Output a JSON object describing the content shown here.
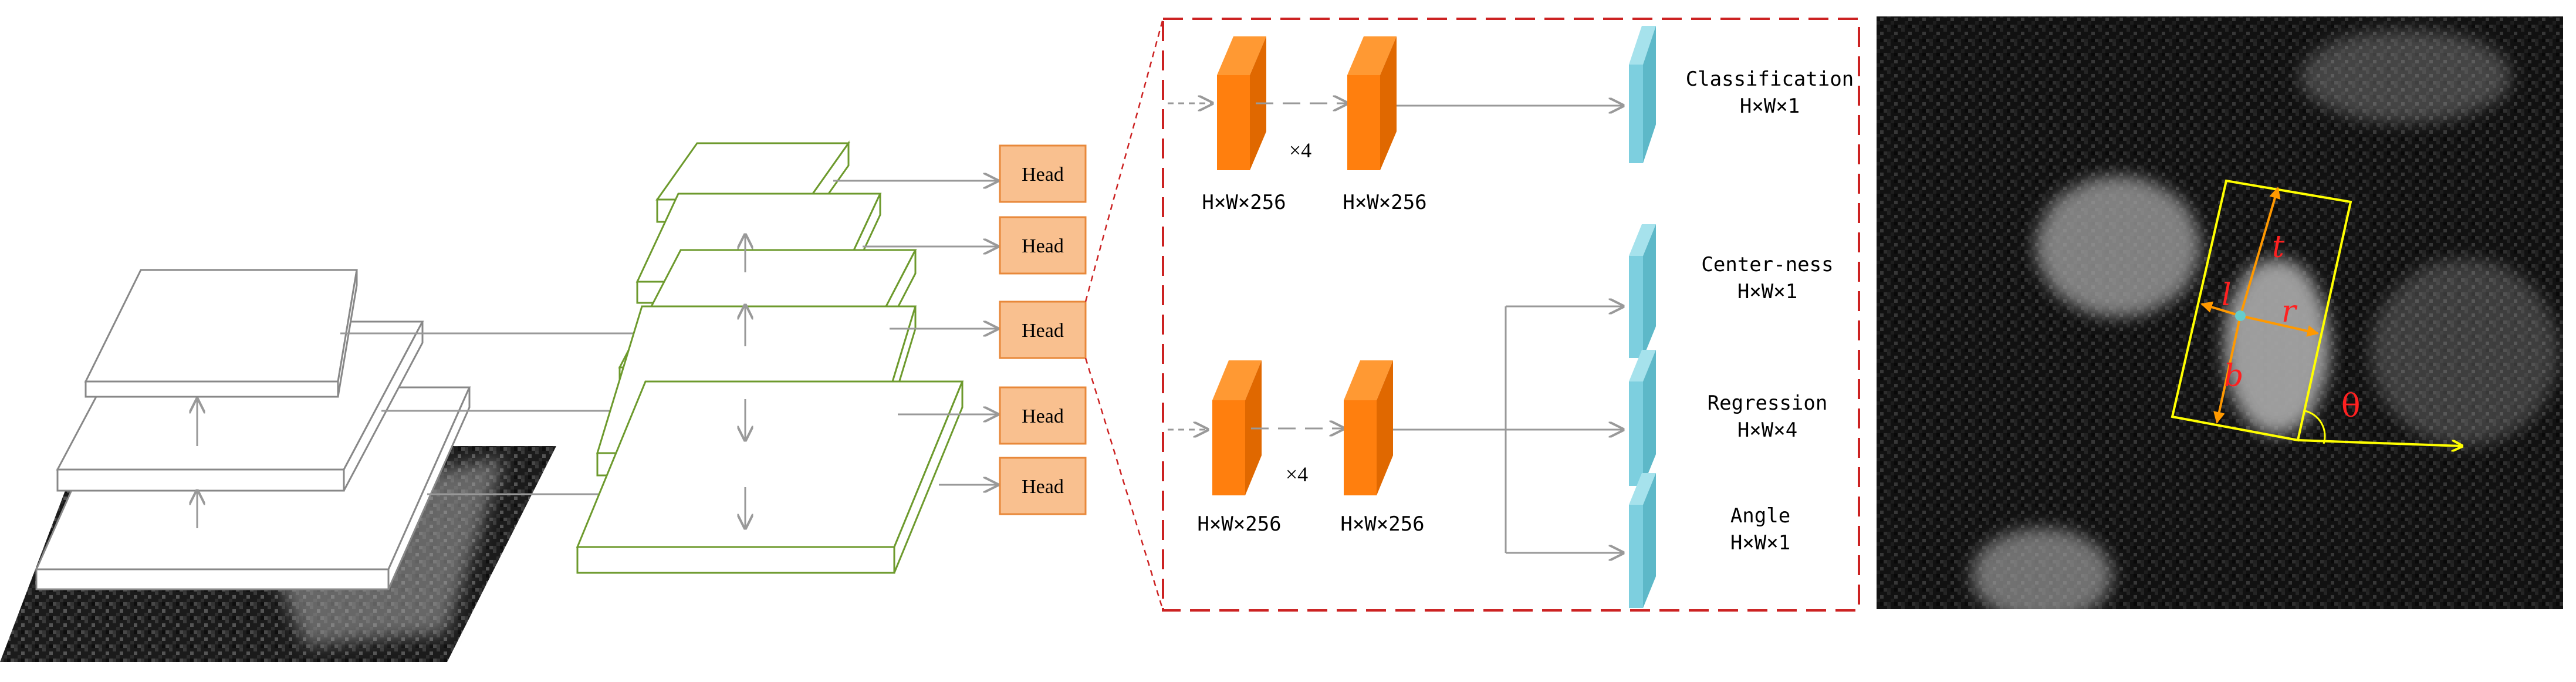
{
  "backbone": {
    "stack": [
      "white-plate",
      "white-plate",
      "white-plate",
      "sar-image-plate"
    ]
  },
  "heads": {
    "labels": [
      "Head",
      "Head",
      "Head",
      "Head",
      "Head"
    ],
    "color": "#f9c08f",
    "border": "#e8883a"
  },
  "head_detail": {
    "border_color": "#cc2222",
    "repeat_top": "×4",
    "repeat_bottom": "×4",
    "feat_top_1": "H×W×256",
    "feat_top_2": "H×W×256",
    "feat_bottom_1": "H×W×256",
    "feat_bottom_2": "H×W×256",
    "classification_title": "Classification",
    "classification_size": "H×W×1",
    "centerness_title": "Center-ness",
    "centerness_size": "H×W×1",
    "regression_title": "Regression",
    "regression_size": "H×W×4",
    "angle_title": "Angle",
    "angle_size": "H×W×1",
    "conv_color": "#ff7f0e",
    "output_color": "#7dcfdf"
  },
  "sar_panel": {
    "label_t": "t",
    "label_l": "l",
    "label_r": "r",
    "label_b": "b",
    "label_theta": "θ",
    "box_color": "#ffff00",
    "arrow_color": "#ff9900",
    "label_color": "#ff2020"
  }
}
